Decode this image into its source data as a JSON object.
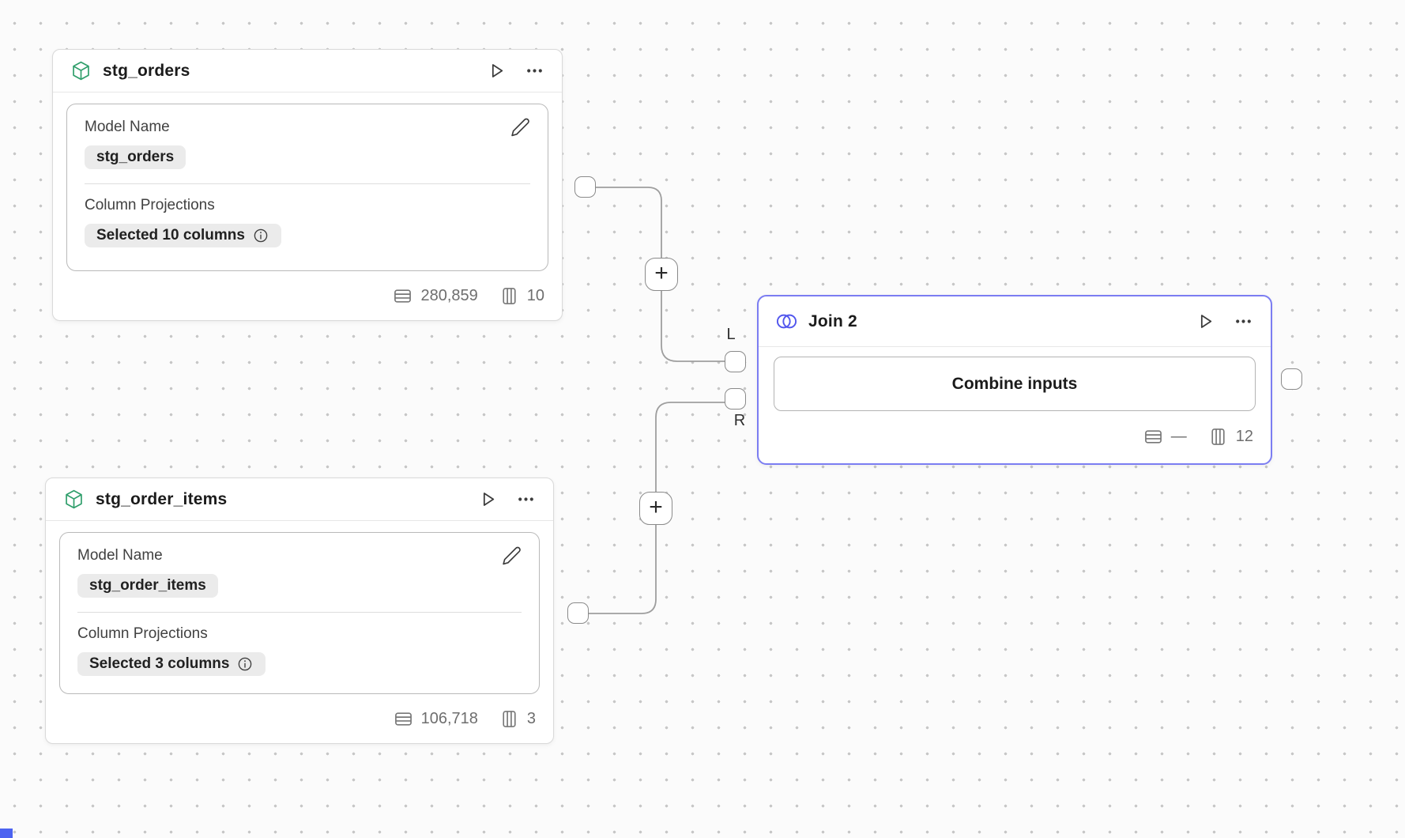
{
  "canvas": {
    "accent_color": "#7b7df2",
    "model_icon_color": "#2f9e6b",
    "dot_color": "#c7c7c7"
  },
  "nodes": {
    "stg_orders": {
      "title": "stg_orders",
      "model_name": {
        "label": "Model Name",
        "value": "stg_orders"
      },
      "column_projections": {
        "label": "Column Projections",
        "value": "Selected 10 columns"
      },
      "stats": {
        "rows": "280,859",
        "columns": "10"
      }
    },
    "stg_order_items": {
      "title": "stg_order_items",
      "model_name": {
        "label": "Model Name",
        "value": "stg_order_items"
      },
      "column_projections": {
        "label": "Column Projections",
        "value": "Selected 3 columns"
      },
      "stats": {
        "rows": "106,718",
        "columns": "3"
      }
    },
    "join_2": {
      "title": "Join 2",
      "combine_button_label": "Combine inputs",
      "stats": {
        "rows": "—",
        "columns": "12"
      }
    }
  },
  "ports": {
    "left_input_label": "L",
    "right_input_label": "R"
  },
  "edges": {
    "insert_node_button_label": "+"
  }
}
